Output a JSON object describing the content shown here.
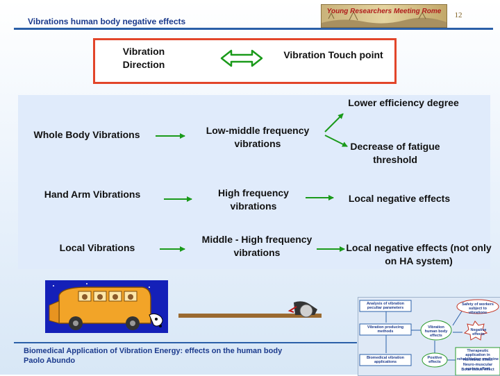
{
  "header": {
    "title": "Vibrations human body negative effects",
    "page_number": "12",
    "logo_text": "Young Researchers Meeting Rome"
  },
  "legend_box": {
    "left_label": "Vibration Direction",
    "right_label": "Vibration Touch point"
  },
  "diagram": {
    "row1": {
      "source": "Whole Body Vibrations",
      "middle": "Low-middle frequency vibrations",
      "effect_upper": "Lower efficiency degree",
      "effect_lower": "Decrease of fatigue threshold"
    },
    "row2": {
      "source": "Hand Arm Vibrations",
      "middle": "High frequency vibrations",
      "effect": "Local negative effects"
    },
    "row3": {
      "source": "Local Vibrations",
      "middle": "Middle - High frequency vibrations",
      "effect": "Local negative effects (not only on HA system)"
    },
    "arrow_color": "#1a9a1a"
  },
  "flowchart": {
    "box1": "Analysis of vibration peculiar parameters",
    "box2": "Vibration producing methods",
    "box3": "Biomedical vibration applications",
    "center": "Vibration human body effects",
    "safety": "Safety of workers subject to vibrations",
    "negative": "Negative effects",
    "positive": "Positive effects",
    "therapeutic": "Therapeutic application in rehabilitation medicine",
    "hormonal": "Hormonal effect",
    "neuromuscular": "Neuro-muscular system effect",
    "bone": "Bone tissue effect"
  },
  "footer": {
    "line1": "Biomedical Application of Vibration Energy: effects on the human body",
    "line2": "Paolo Abundo"
  }
}
